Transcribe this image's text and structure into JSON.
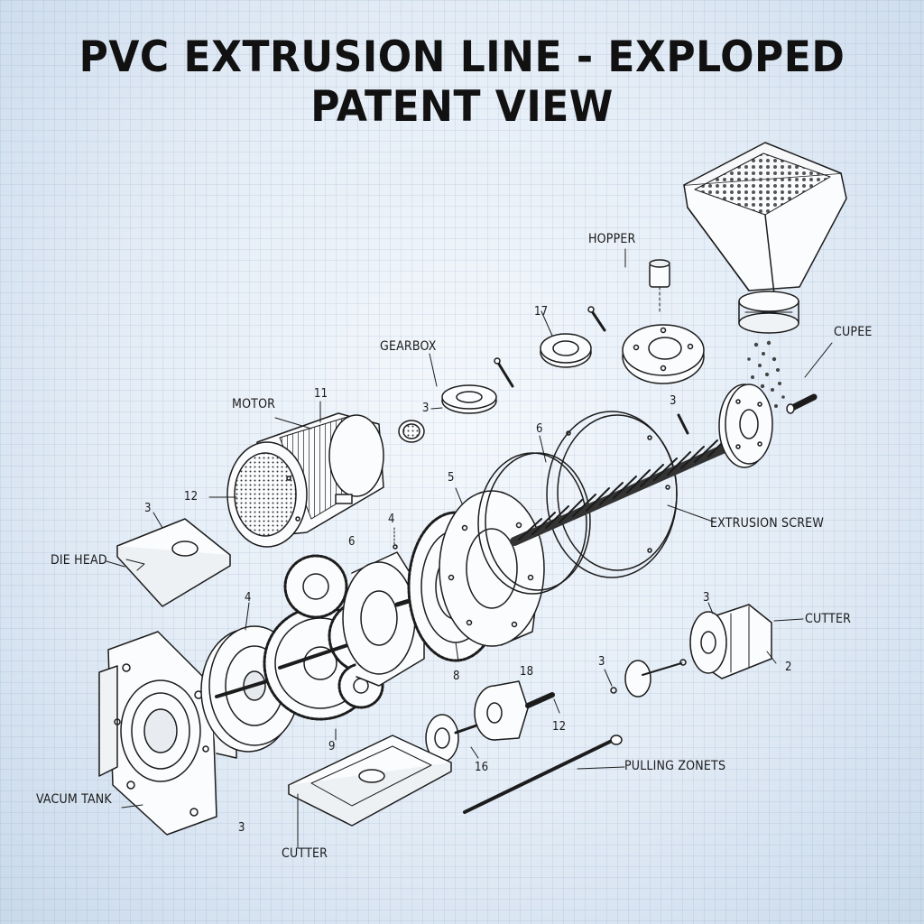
{
  "title": "PVC EXTRUSION LINE - EXPLOPED PATENT VIEW",
  "labels": {
    "hopper": "HOPPER",
    "cupee": "CUPEE",
    "gearbox": "GEARBOX",
    "motor": "MOTOR",
    "extrusion_screw": "EXTRUSION SCREW",
    "die_head": "DIE HEAD",
    "cutter_right": "CUTTER",
    "pulling_zones": "PULLING ZONETS",
    "vacuum_tank": "VACUM TANK",
    "cutter_bottom": "CUTTER"
  },
  "part_numbers": {
    "n17": "17",
    "n11": "11",
    "n12a": "12",
    "n3_gearbox": "3",
    "n3_shaft": "3",
    "n6_ring": "6",
    "n5": "5",
    "n4_pin": "4",
    "n3_plate": "3",
    "n6_gear": "6",
    "n4_left": "4",
    "n3_cutter": "3",
    "n2": "2",
    "n3_small": "3",
    "n18": "18",
    "n8": "8",
    "n12b": "12",
    "n16": "16",
    "n9": "9",
    "n3_tank": "3"
  },
  "colors": {
    "ink": "#1c1c1c",
    "background": "#e3ecf6"
  }
}
